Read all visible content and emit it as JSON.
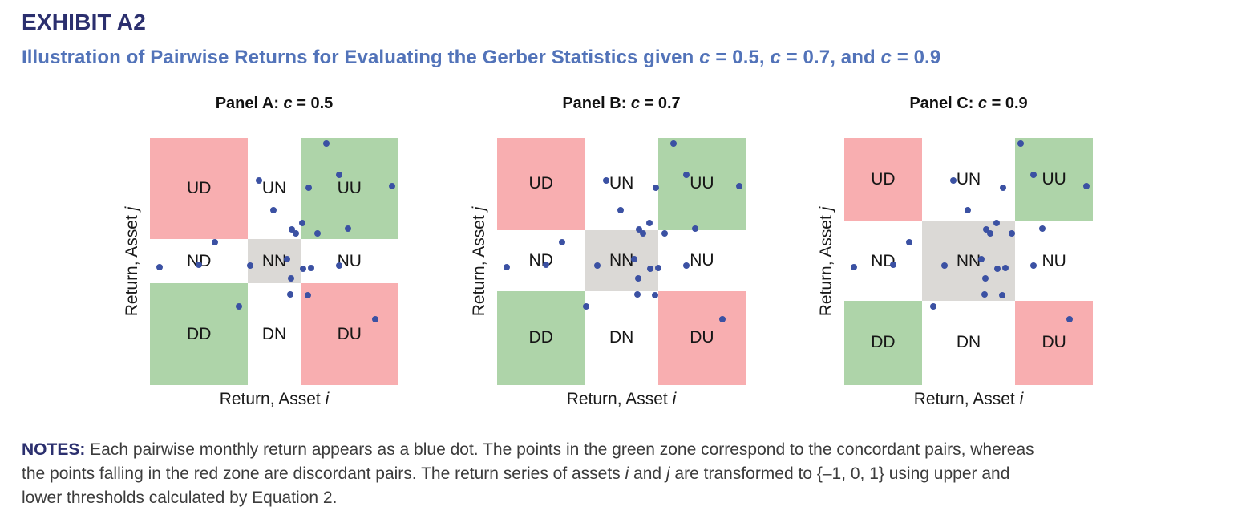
{
  "page": {
    "exhibit_label": "EXHIBIT A2",
    "subtitle": "Illustration of Pairwise Returns for Evaluating the Gerber Statistics given c = 0.5, c = 0.7, and c = 0.9",
    "subtitle_segments": [
      {
        "t": "Illustration of Pairwise Returns for Evaluating the Gerber Statistics given "
      },
      {
        "t": "c",
        "i": true
      },
      {
        "t": " = 0.5, "
      },
      {
        "t": "c",
        "i": true
      },
      {
        "t": " = 0.7, and "
      },
      {
        "t": "c",
        "i": true
      },
      {
        "t": " = 0.9"
      }
    ],
    "notes_lines": [
      [
        {
          "t": "NOTES:",
          "b": true,
          "navy": true
        },
        {
          "t": " Each pairwise monthly return appears as a blue dot. The points in the green zone correspond to the concordant pairs, whereas"
        }
      ],
      [
        {
          "t": "the points falling in the red zone are discordant pairs. The return series of assets "
        },
        {
          "t": "i",
          "i": true
        },
        {
          "t": " and "
        },
        {
          "t": "j",
          "i": true
        },
        {
          "t": " are transformed to {–1, 0, 1} using upper and"
        }
      ],
      [
        {
          "t": "lower thresholds calculated by Equation 2."
        }
      ]
    ]
  },
  "colors": {
    "heading_navy": "#2b2f6e",
    "subtitle_blue": "#5273b9",
    "concordant_green": "#aed4a9",
    "discordant_red": "#f8aeb0",
    "neutral_gray": "#dbd9d6",
    "dot_blue": "#3b51a3"
  },
  "chart_data": [
    {
      "type": "scatter",
      "title": "Panel A: c = 0.5",
      "title_segments": [
        {
          "t": "Panel A: "
        },
        {
          "t": "c",
          "i": true
        },
        {
          "t": " = 0.5"
        }
      ],
      "c_value": 0.5,
      "xlabel": "Return, Asset i",
      "ylabel": "Return, Asset j",
      "xlabel_segments": [
        {
          "t": "Return, Asset "
        },
        {
          "t": "i",
          "i": true
        }
      ],
      "ylabel_segments": [
        {
          "t": "Return, Asset "
        },
        {
          "t": "j",
          "i": true
        }
      ],
      "zone_labels": [
        "UD",
        "UN",
        "UU",
        "ND",
        "NN",
        "NU",
        "DD",
        "DN",
        "DU"
      ],
      "zone_semantics": {
        "green": "concordant pairs",
        "red": "discordant pairs",
        "gray": "neutral"
      },
      "thresholds_frac": {
        "x1": 0.395,
        "x2": 0.605,
        "y1": 0.409,
        "y2": 0.588
      },
      "points_frac": [
        [
          0.709,
          0.023
        ],
        [
          0.438,
          0.171
        ],
        [
          0.639,
          0.202
        ],
        [
          0.76,
          0.149
        ],
        [
          0.975,
          0.196
        ],
        [
          0.497,
          0.291
        ],
        [
          0.614,
          0.343
        ],
        [
          0.571,
          0.37
        ],
        [
          0.587,
          0.386
        ],
        [
          0.673,
          0.386
        ],
        [
          0.798,
          0.367
        ],
        [
          0.26,
          0.423
        ],
        [
          0.039,
          0.522
        ],
        [
          0.198,
          0.513
        ],
        [
          0.402,
          0.515
        ],
        [
          0.553,
          0.489
        ],
        [
          0.615,
          0.529
        ],
        [
          0.647,
          0.527
        ],
        [
          0.762,
          0.515
        ],
        [
          0.569,
          0.569
        ],
        [
          0.566,
          0.634
        ],
        [
          0.637,
          0.635
        ],
        [
          0.357,
          0.681
        ],
        [
          0.908,
          0.735
        ]
      ]
    },
    {
      "type": "scatter",
      "title": "Panel B: c = 0.7",
      "title_segments": [
        {
          "t": "Panel B: "
        },
        {
          "t": "c",
          "i": true
        },
        {
          "t": " = 0.7"
        }
      ],
      "c_value": 0.7,
      "xlabel": "Return, Asset i",
      "ylabel": "Return, Asset j",
      "xlabel_segments": [
        {
          "t": "Return, Asset "
        },
        {
          "t": "i",
          "i": true
        }
      ],
      "ylabel_segments": [
        {
          "t": "Return, Asset "
        },
        {
          "t": "j",
          "i": true
        }
      ],
      "zone_labels": [
        "UD",
        "UN",
        "UU",
        "ND",
        "NN",
        "NU",
        "DD",
        "DN",
        "DU"
      ],
      "zone_semantics": {
        "green": "concordant pairs",
        "red": "discordant pairs",
        "gray": "neutral"
      },
      "thresholds_frac": {
        "x1": 0.353,
        "x2": 0.648,
        "y1": 0.373,
        "y2": 0.619
      },
      "points_frac": [
        [
          0.709,
          0.023
        ],
        [
          0.438,
          0.171
        ],
        [
          0.639,
          0.202
        ],
        [
          0.76,
          0.149
        ],
        [
          0.975,
          0.196
        ],
        [
          0.497,
          0.291
        ],
        [
          0.614,
          0.343
        ],
        [
          0.571,
          0.37
        ],
        [
          0.587,
          0.386
        ],
        [
          0.673,
          0.386
        ],
        [
          0.798,
          0.367
        ],
        [
          0.26,
          0.423
        ],
        [
          0.039,
          0.522
        ],
        [
          0.198,
          0.513
        ],
        [
          0.402,
          0.515
        ],
        [
          0.553,
          0.489
        ],
        [
          0.615,
          0.529
        ],
        [
          0.647,
          0.527
        ],
        [
          0.762,
          0.515
        ],
        [
          0.569,
          0.569
        ],
        [
          0.566,
          0.634
        ],
        [
          0.637,
          0.635
        ],
        [
          0.357,
          0.681
        ],
        [
          0.908,
          0.735
        ]
      ]
    },
    {
      "type": "scatter",
      "title": "Panel C: c = 0.9",
      "title_segments": [
        {
          "t": "Panel C: "
        },
        {
          "t": "c",
          "i": true
        },
        {
          "t": " = 0.9"
        }
      ],
      "c_value": 0.9,
      "xlabel": "Return, Asset i",
      "ylabel": "Return, Asset j",
      "xlabel_segments": [
        {
          "t": "Return, Asset "
        },
        {
          "t": "i",
          "i": true
        }
      ],
      "ylabel_segments": [
        {
          "t": "Return, Asset "
        },
        {
          "t": "j",
          "i": true
        }
      ],
      "zone_labels": [
        "UD",
        "UN",
        "UU",
        "ND",
        "NN",
        "NU",
        "DD",
        "DN",
        "DU"
      ],
      "zone_semantics": {
        "green": "concordant pairs",
        "red": "discordant pairs",
        "gray": "neutral"
      },
      "thresholds_frac": {
        "x1": 0.312,
        "x2": 0.688,
        "y1": 0.338,
        "y2": 0.659
      },
      "points_frac": [
        [
          0.709,
          0.023
        ],
        [
          0.438,
          0.171
        ],
        [
          0.639,
          0.202
        ],
        [
          0.76,
          0.149
        ],
        [
          0.975,
          0.196
        ],
        [
          0.497,
          0.291
        ],
        [
          0.614,
          0.343
        ],
        [
          0.571,
          0.37
        ],
        [
          0.587,
          0.386
        ],
        [
          0.673,
          0.386
        ],
        [
          0.798,
          0.367
        ],
        [
          0.26,
          0.423
        ],
        [
          0.039,
          0.522
        ],
        [
          0.198,
          0.513
        ],
        [
          0.402,
          0.515
        ],
        [
          0.553,
          0.489
        ],
        [
          0.615,
          0.529
        ],
        [
          0.647,
          0.527
        ],
        [
          0.762,
          0.515
        ],
        [
          0.569,
          0.569
        ],
        [
          0.566,
          0.634
        ],
        [
          0.637,
          0.635
        ],
        [
          0.357,
          0.681
        ],
        [
          0.908,
          0.735
        ]
      ]
    }
  ]
}
